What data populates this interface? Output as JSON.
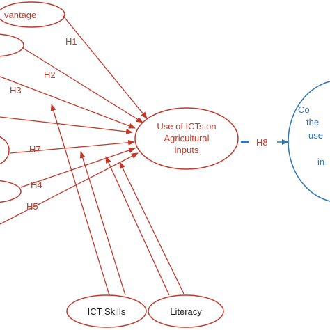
{
  "colors": {
    "red": "#c0392b",
    "blue": "#2e75b6",
    "background": "#ffffff"
  },
  "nodes": {
    "relative_advantage": {
      "label": "vantage"
    },
    "use_icts": {
      "lines": [
        "Use of ICTs on",
        "Agricultural",
        "inputs"
      ]
    },
    "ict_skills": {
      "label": "ICT Skills"
    },
    "literacy": {
      "label": "Literacy"
    },
    "outcome": {
      "lines": [
        "Co",
        "the",
        "use",
        "in"
      ]
    }
  },
  "hypotheses": {
    "h1": "H1",
    "h2": "H2",
    "h3": "H3",
    "h4": "H4",
    "h5": "H5",
    "h7": "H7",
    "h8": "H8"
  }
}
